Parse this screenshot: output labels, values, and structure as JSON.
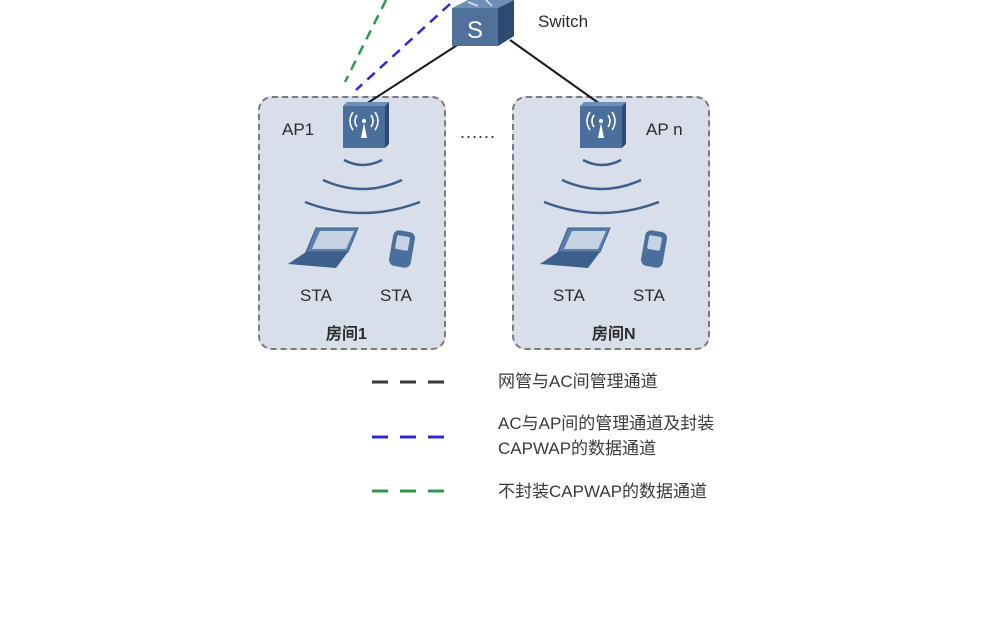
{
  "diagram": {
    "switch": {
      "label": "Switch",
      "icon": "switch-icon",
      "glyph": "S"
    },
    "ellipsis": "......",
    "rooms": [
      {
        "name": "房间1",
        "ap_label": "AP1",
        "stations": [
          {
            "label": "STA",
            "icon": "laptop-icon"
          },
          {
            "label": "STA",
            "icon": "phone-icon"
          }
        ]
      },
      {
        "name": "房间N",
        "ap_label": "AP n",
        "stations": [
          {
            "label": "STA",
            "icon": "laptop-icon"
          },
          {
            "label": "STA",
            "icon": "phone-icon"
          }
        ]
      }
    ],
    "legend": [
      {
        "color": "#3a3a3a",
        "text_lines": [
          "网管与AC间管理通道"
        ]
      },
      {
        "color": "#2b2bd6",
        "text_lines": [
          "AC与AP间的管理通道及封装",
          "CAPWAP的数据通道"
        ]
      },
      {
        "color": "#2a9a4a",
        "text_lines": [
          "不封装CAPWAP的数据通道"
        ]
      }
    ],
    "colors": {
      "room_fill": "#d8dfea",
      "device_blue": "#3d5f8c",
      "link": "#1a1a1a"
    }
  }
}
